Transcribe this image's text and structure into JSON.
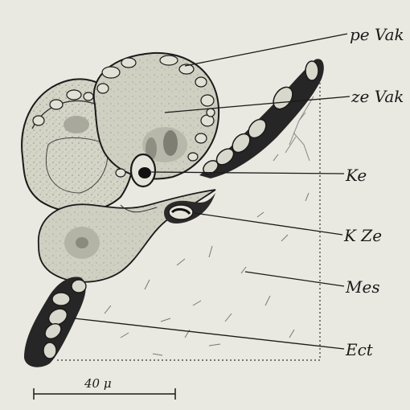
{
  "labels": {
    "pe_vak": "pe Vak",
    "ze_vak": "ze Vak",
    "ke": "Ke",
    "k_ze": "K Ze",
    "mes": "Mes",
    "ect": "Ect"
  },
  "scale_bar": {
    "label": "40 μ"
  },
  "colors": {
    "background": "#e9e9e1",
    "ink": "#1a1a1a",
    "cell_fill": "#d2d2c5",
    "dark_tissue": "#2a2a2a"
  }
}
